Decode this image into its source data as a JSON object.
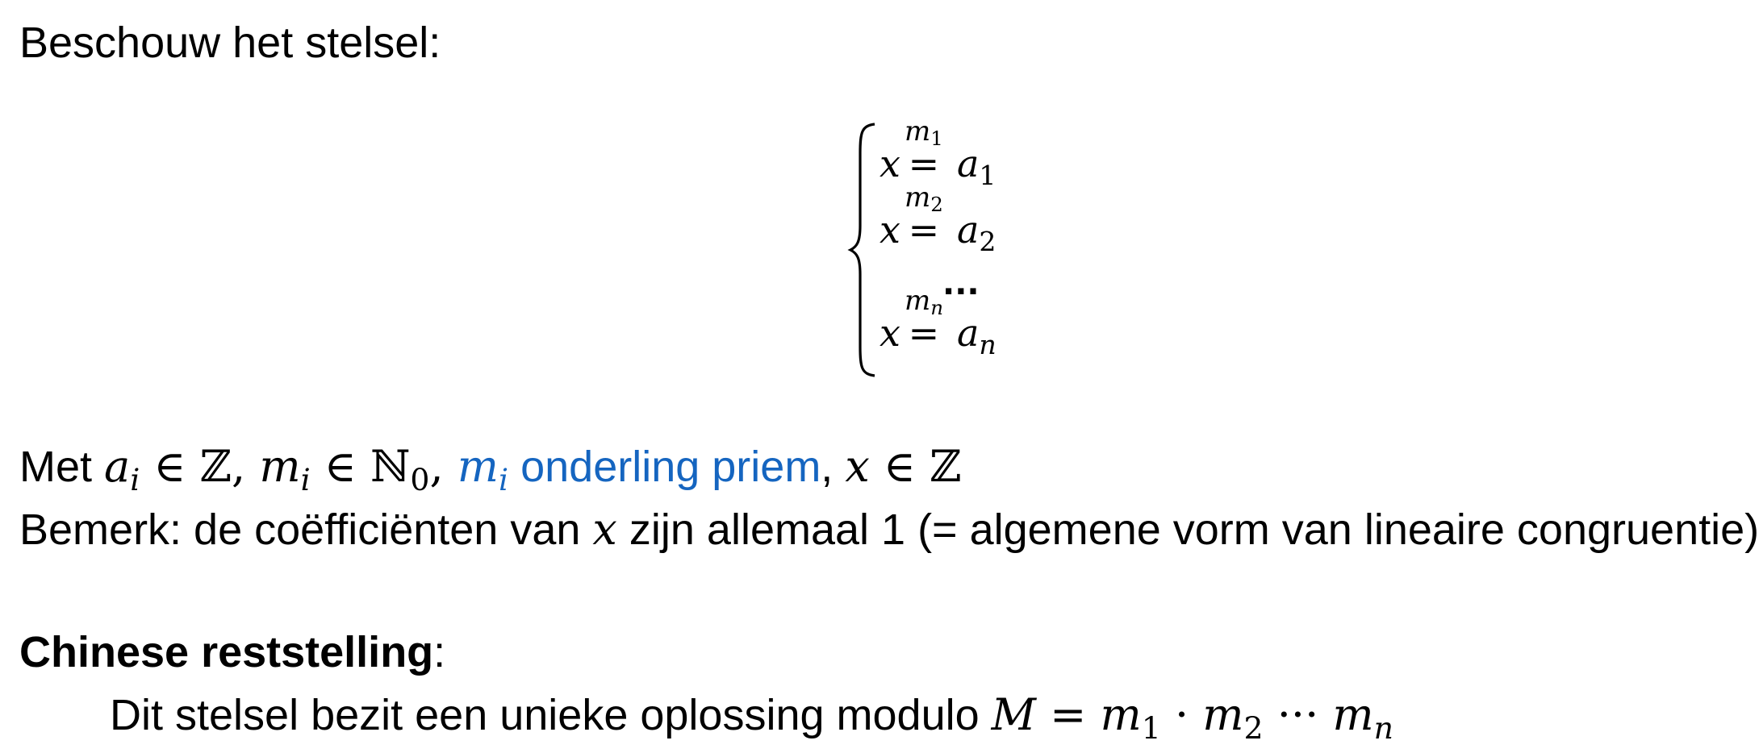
{
  "intro": "Beschouw het stelsel:",
  "system": {
    "rows": [
      {
        "lhs": "x",
        "modulus": "m",
        "modulus_sub": "1",
        "rhs": "a",
        "rhs_sub": "1"
      },
      {
        "lhs": "x",
        "modulus": "m",
        "modulus_sub": "2",
        "rhs": "a",
        "rhs_sub": "2"
      },
      {
        "lhs": "x",
        "modulus": "m",
        "modulus_sub": "n",
        "rhs": "a",
        "rhs_sub": "n"
      }
    ],
    "relation": "=",
    "ellipsis": "..."
  },
  "conditions": {
    "prefix": "Met ",
    "a": "a",
    "a_sub": "i",
    "in1": " ∈ ℤ, ",
    "m": "m",
    "m_sub": "i",
    "in2": " ∈ ℕ",
    "n_sub": "0",
    "comma": ", ",
    "m_blue": "m",
    "m_blue_sub": "i",
    "coprime_text": " onderling priem",
    "comma2": ", ",
    "x": "x",
    "in3": " ∈ ℤ",
    "highlight_color": "#1565c0"
  },
  "remark": {
    "before": "Bemerk: de coëfficiënten van ",
    "x": "x",
    "after": " zijn allemaal 1 (= algemene vorm van lineaire congruentie)"
  },
  "theorem": {
    "title": "Chinese reststelling",
    "colon": ":",
    "statement_text": "Dit stelsel bezit een unieke oplossing modulo ",
    "M": "M",
    "eq": " = ",
    "m1": "m",
    "m1_sub": "1",
    "dot": " · ",
    "m2": "m",
    "m2_sub": "2",
    "cdots": " ··· ",
    "mn": "m",
    "mn_sub": "n"
  }
}
